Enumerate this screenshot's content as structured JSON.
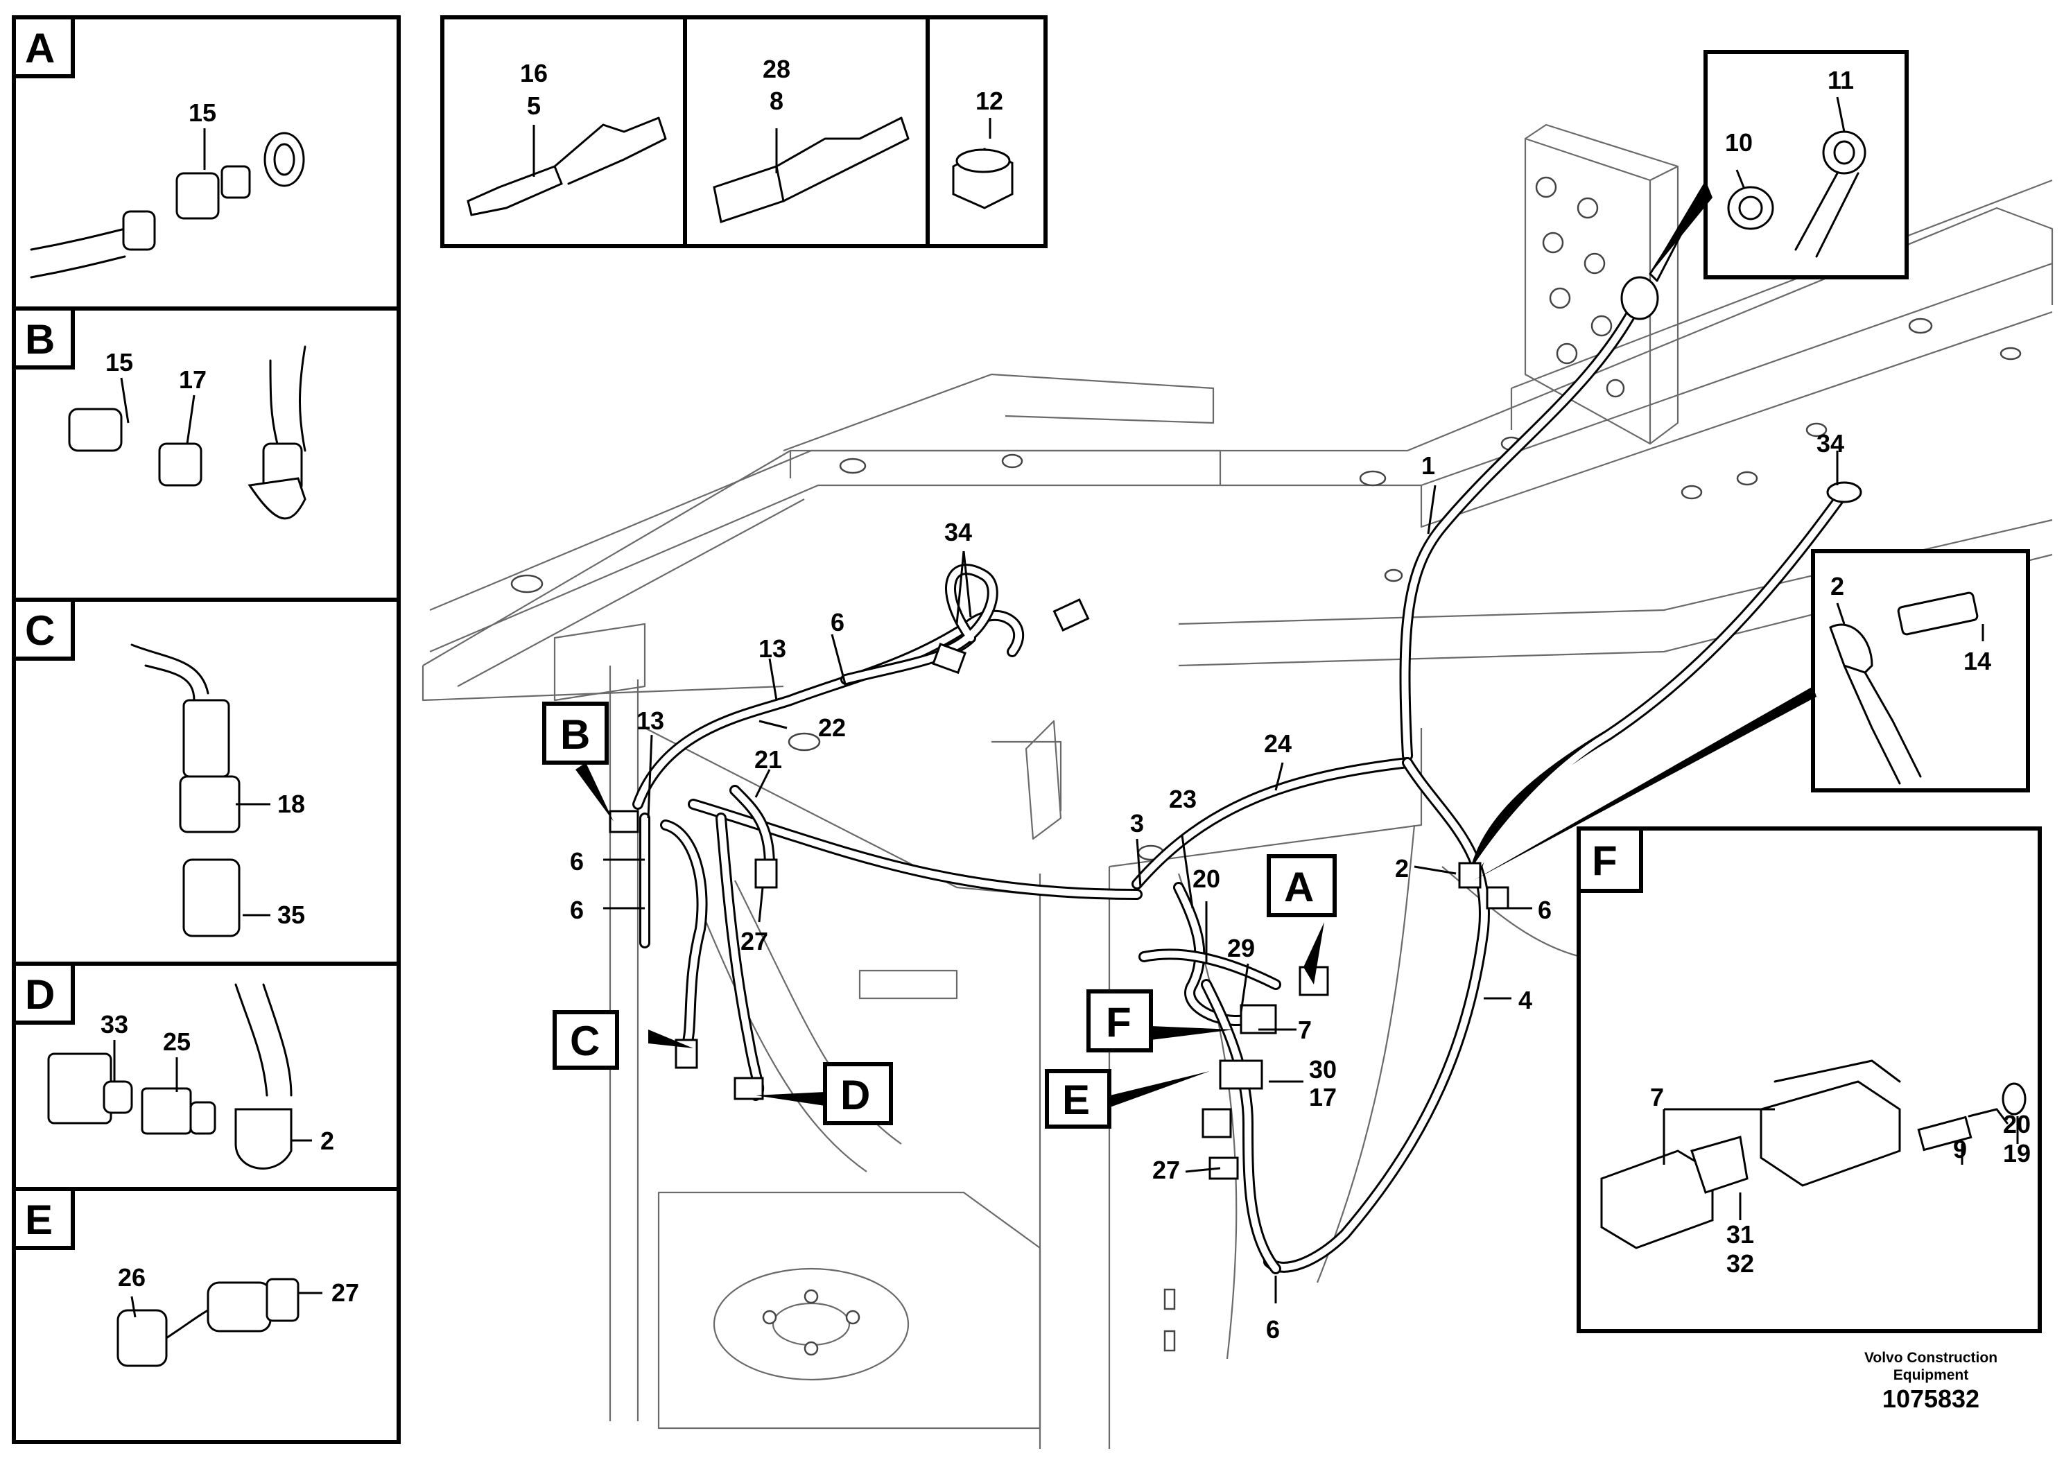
{
  "detail_panels": [
    {
      "letter": "A",
      "numbers": [
        "15"
      ]
    },
    {
      "letter": "B",
      "numbers": [
        "15",
        "17"
      ]
    },
    {
      "letter": "C",
      "numbers": [
        "18",
        "35"
      ]
    },
    {
      "letter": "D",
      "numbers": [
        "33",
        "25",
        "2"
      ]
    },
    {
      "letter": "E",
      "numbers": [
        "26",
        "27"
      ]
    },
    {
      "letter": "F",
      "numbers": [
        "7",
        "9",
        "20",
        "19",
        "31",
        "32"
      ]
    }
  ],
  "top_panels": [
    {
      "numbers": [
        "16",
        "5"
      ]
    },
    {
      "numbers": [
        "28",
        "8"
      ]
    },
    {
      "numbers": [
        "12"
      ]
    }
  ],
  "inset_10_11": {
    "numbers": [
      "10",
      "11"
    ]
  },
  "inset_2_14": {
    "numbers": [
      "2",
      "14"
    ]
  },
  "main_callouts": [
    {
      "text": "1"
    },
    {
      "text": "34"
    },
    {
      "text": "34"
    },
    {
      "text": "6"
    },
    {
      "text": "13"
    },
    {
      "text": "13"
    },
    {
      "text": "22"
    },
    {
      "text": "21"
    },
    {
      "text": "24"
    },
    {
      "text": "23"
    },
    {
      "text": "3"
    },
    {
      "text": "20"
    },
    {
      "text": "29"
    },
    {
      "text": "6"
    },
    {
      "text": "6"
    },
    {
      "text": "27"
    },
    {
      "text": "2"
    },
    {
      "text": "6"
    },
    {
      "text": "4"
    },
    {
      "text": "7"
    },
    {
      "text": "30"
    },
    {
      "text": "17"
    },
    {
      "text": "27"
    },
    {
      "text": "6"
    }
  ],
  "main_letters": [
    {
      "letter": "A"
    },
    {
      "letter": "B"
    },
    {
      "letter": "C"
    },
    {
      "letter": "D"
    },
    {
      "letter": "E"
    },
    {
      "letter": "F"
    }
  ],
  "footer": {
    "brand_line1": "Volvo Construction",
    "brand_line2": "Equipment",
    "drawing_number": "1075832"
  }
}
